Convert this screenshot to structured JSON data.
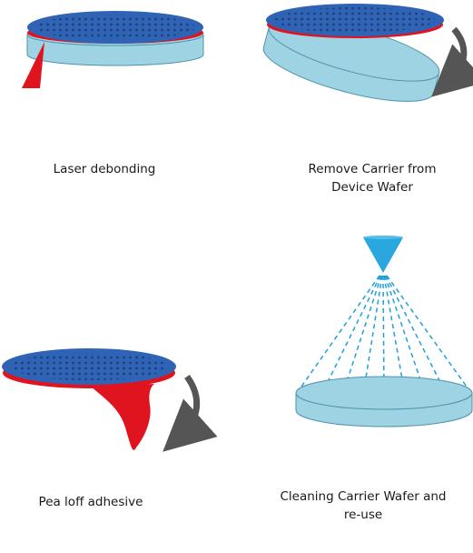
{
  "colors": {
    "device_wafer": "#2f63b5",
    "carrier_wafer": "#9dd3e3",
    "adhesive": "#e0141e",
    "arrow": "#555555",
    "spray": "#1ea0d8",
    "nozzle": "#2aa7df",
    "hole": "#1d3f7a"
  },
  "icons": {
    "rotate_arrow": "curved-arrow-icon",
    "nozzle": "spray-nozzle-icon"
  },
  "steps": [
    {
      "caption_lines": [
        "Laser debonding"
      ]
    },
    {
      "caption_lines": [
        "Remove Carrier from",
        "Device Wafer"
      ]
    },
    {
      "caption_lines": [
        "Pea loff adhesive"
      ]
    },
    {
      "caption_lines": [
        "Cleaning Carrier Wafer and",
        "re-use"
      ]
    }
  ]
}
